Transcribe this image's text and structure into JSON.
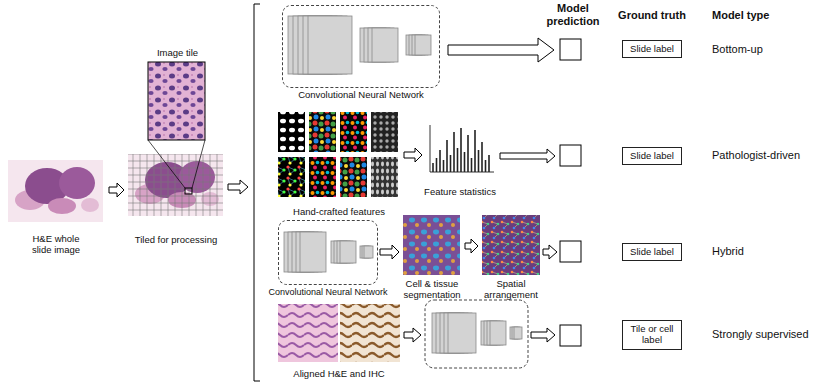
{
  "diagram": {
    "nodes": [
      {
        "text": [
          "H&E whole slide image"
        ]
      },
      {
        "text": [
          "Tiled for processing"
        ]
      },
      {
        "text": [
          "Image tile"
        ]
      },
      {
        "text": [
          "Convolutional Neural Network"
        ]
      },
      {
        "text": [
          "Hand-crafted features"
        ]
      },
      {
        "text": [
          "Feature statistics"
        ]
      },
      {
        "text": [
          "Convolutional Neural Network"
        ]
      },
      {
        "text": [
          "Cell & tissue segmentation"
        ]
      },
      {
        "text": [
          "Spatial arrangement"
        ]
      },
      {
        "text": [
          "Aligned H&E and IHC"
        ]
      },
      {
        "text": [
          "Slide label"
        ]
      },
      {
        "text": [
          "Slide label"
        ]
      },
      {
        "text": [
          "Slide label"
        ]
      },
      {
        "text": [
          "Tile or cell label"
        ]
      }
    ],
    "edges": [
      {
        "from": 0,
        "to": 1,
        "arrow": "to"
      },
      {
        "from": 4,
        "to": 5,
        "arrow": "to"
      },
      {
        "from": 6,
        "to": 7,
        "arrow": "to"
      },
      {
        "from": 7,
        "to": 8,
        "arrow": "to"
      }
    ],
    "labels": [
      "Model prediction",
      "Ground truth",
      "Model type",
      "Bottom-up",
      "Pathologist-driven",
      "Hybrid",
      "Strongly supervised"
    ]
  }
}
